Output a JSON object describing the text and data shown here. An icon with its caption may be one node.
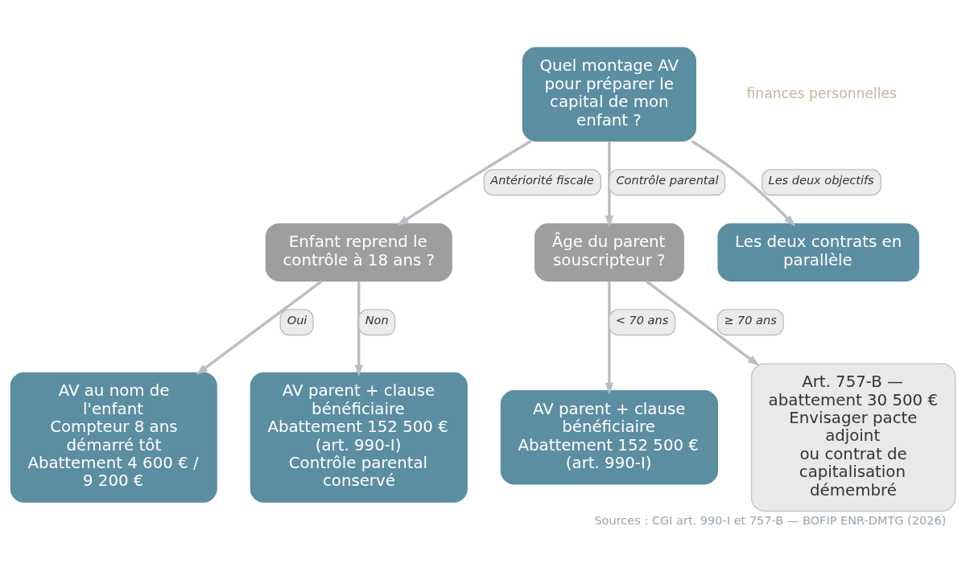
{
  "diagram": {
    "caption": "Sources : CGI art. 990-I et 757-B — BOFIP ENR-DMTG (2026)",
    "nodes": [
      {
        "text": [
          "Quel montage AV pour préparer le capital de mon enfant ?"
        ]
      },
      {
        "text": [
          "Enfant reprend le contrôle à 18 ans ?"
        ]
      },
      {
        "text": [
          "Âge du parent souscripteur ?"
        ]
      },
      {
        "text": [
          "Les deux contrats en parallèle"
        ]
      },
      {
        "text": [
          "AV au nom de l'enfant",
          "Compteur 8 ans démarré tôt",
          "Abattement 4 600 € / 9 200 €"
        ]
      },
      {
        "text": [
          "AV parent + clause bénéficiaire",
          "Abattement 152 500 € (art. 990-I)",
          "Contrôle parental conservé"
        ]
      },
      {
        "text": [
          "AV parent + clause bénéficiaire",
          "Abattement 152 500 € (art. 990-I)"
        ]
      },
      {
        "text": [
          "Art. 757-B — abattement 30 500 €",
          "Envisager pacte adjoint",
          "ou contrat de capitalisation démembré"
        ]
      }
    ],
    "edges": [
      {
        "from": 0,
        "to": 1,
        "arrow": "to",
        "label": "Antériorité fiscale"
      },
      {
        "from": 0,
        "to": 2,
        "arrow": "to",
        "label": "Contrôle parental"
      },
      {
        "from": 0,
        "to": 3,
        "arrow": "to",
        "label": "Les deux objectifs"
      },
      {
        "from": 1,
        "to": 4,
        "arrow": "to",
        "label": "Oui"
      },
      {
        "from": 1,
        "to": 5,
        "arrow": "to",
        "label": "Non"
      },
      {
        "from": 2,
        "to": 6,
        "arrow": "to",
        "label": "< 70 ans"
      },
      {
        "from": 2,
        "to": 7,
        "arrow": "to",
        "label": "≥ 70 ans"
      }
    ],
    "labels": [
      "finances personnelles"
    ]
  }
}
